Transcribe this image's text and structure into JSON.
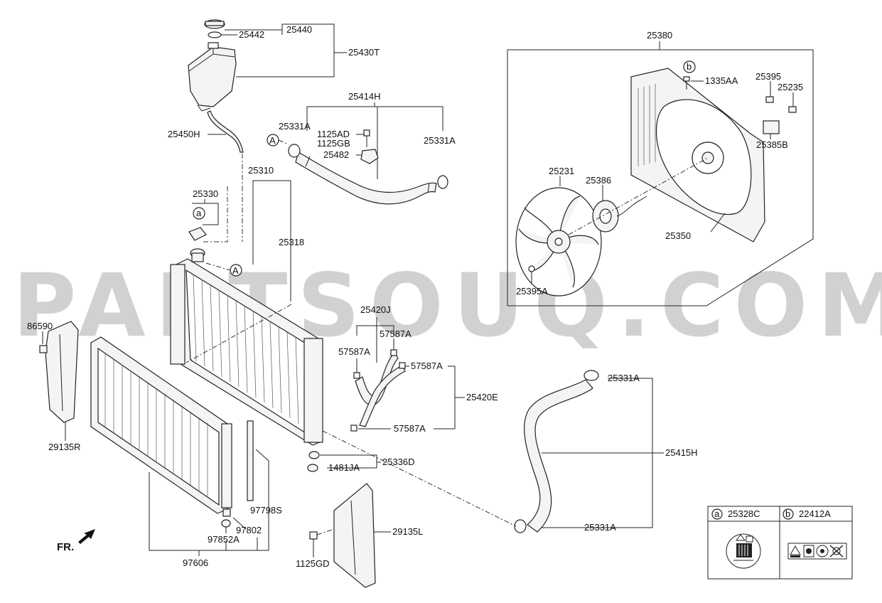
{
  "watermark": "PARTSOUQ.COM",
  "direction_label": "FR.",
  "callouts": [
    "A",
    "A"
  ],
  "symbols": [
    "a",
    "b",
    "a",
    "b"
  ],
  "labels": {
    "p25440": "25440",
    "p25442": "25442",
    "p25430T": "25430T",
    "p25450H": "25450H",
    "p25414H": "25414H",
    "p25331A_1": "25331A",
    "p1125AD": "1125AD",
    "p1125GB": "1125GB",
    "p25482": "25482",
    "p25331A_2": "25331A",
    "p25310": "25310",
    "p25330": "25330",
    "p25318": "25318",
    "p25380": "25380",
    "p1335AA": "1335AA",
    "p25395": "25395",
    "p25235": "25235",
    "p25385B": "25385B",
    "p25231": "25231",
    "p25386": "25386",
    "p25350": "25350",
    "p25395A": "25395A",
    "p25420J": "25420J",
    "p57587A_1": "57587A",
    "p57587A_2": "57587A",
    "p57587A_3": "57587A",
    "p25420E": "25420E",
    "p57587A_4": "57587A",
    "p86590": "86590",
    "p29135R": "29135R",
    "p25336D": "25336D",
    "p1481JA": "1481JA",
    "p25331A_3": "25331A",
    "p25415H": "25415H",
    "p25331A_4": "25331A",
    "p97798S": "97798S",
    "p97802": "97802",
    "p97852A": "97852A",
    "p97606": "97606",
    "p29135L": "29135L",
    "p1125GD": "1125GD"
  },
  "legend": {
    "a_part": "25328C",
    "b_part": "22412A"
  }
}
